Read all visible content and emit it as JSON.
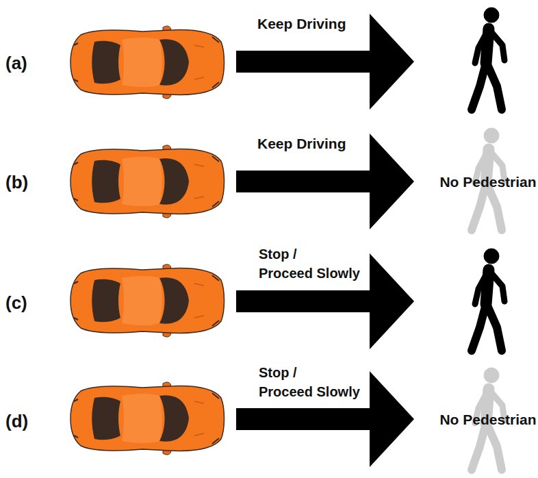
{
  "diagram": {
    "labels": [
      "(a)",
      "Keep Driving",
      "(b)",
      "Keep Driving",
      "No Pedestrian",
      "(c)",
      "Stop / Proceed Slowly",
      "(d)",
      "Stop / Proceed Slowly",
      "No Pedestrian"
    ]
  }
}
